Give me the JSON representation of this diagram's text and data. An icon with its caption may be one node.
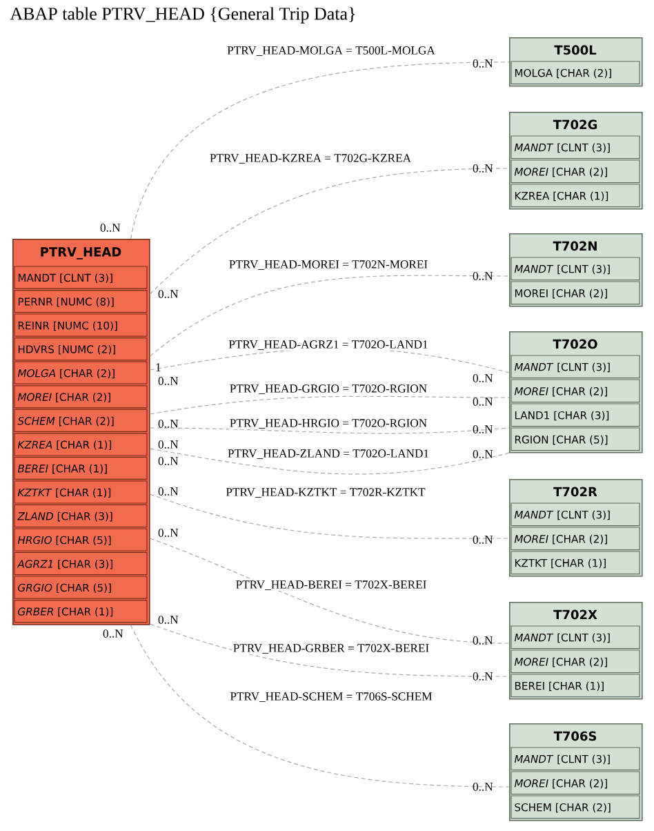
{
  "diagram": {
    "title": "ABAP table PTRV_HEAD {General Trip Data}",
    "nodes": [
      {
        "text": [
          "PTRV_HEAD",
          "MANDT [CLNT (3)]",
          "PERNR [NUMC (8)]",
          "REINR [NUMC (10)]",
          "HDVRS [NUMC (2)]",
          "*MOLGA* [CHAR (2)]",
          "*MOREI* [CHAR (2)]",
          "*SCHEM* [CHAR (2)]",
          "*KZREA* [CHAR (1)]",
          "*BEREI* [CHAR (1)]",
          "*KZTKT* [CHAR (1)]",
          "*ZLAND* [CHAR (3)]",
          "*HRGIO* [CHAR (5)]",
          "*AGRZ1* [CHAR (3)]",
          "*GRGIO* [CHAR (5)]",
          "*GRBER* [CHAR (1)]"
        ]
      },
      {
        "text": [
          "T500L",
          "MOLGA [CHAR (2)]"
        ]
      },
      {
        "text": [
          "T702G",
          "*MANDT* [CLNT (3)]",
          "*MOREI* [CHAR (2)]",
          "KZREA [CHAR (1)]"
        ]
      },
      {
        "text": [
          "T702N",
          "*MANDT* [CLNT (3)]",
          "MOREI [CHAR (2)]"
        ]
      },
      {
        "text": [
          "T702O",
          "*MANDT* [CLNT (3)]",
          "*MOREI* [CHAR (2)]",
          "LAND1 [CHAR (3)]",
          "RGION [CHAR (5)]"
        ]
      },
      {
        "text": [
          "T702R",
          "*MANDT* [CLNT (3)]",
          "*MOREI* [CHAR (2)]",
          "KZTKT [CHAR (1)]"
        ]
      },
      {
        "text": [
          "T702X",
          "*MANDT* [CLNT (3)]",
          "*MOREI* [CHAR (2)]",
          "BEREI [CHAR (1)]"
        ]
      },
      {
        "text": [
          "T706S",
          "*MANDT* [CLNT (3)]",
          "*MOREI* [CHAR (2)]",
          "SCHEM [CHAR (2)]"
        ]
      }
    ],
    "edges": [
      {
        "from": 0,
        "to": 1,
        "arrow": "none",
        "style": "dashed",
        "label": "PTRV_HEAD-MOLGA = T500L-MOLGA"
      },
      {
        "from": 0,
        "to": 2,
        "arrow": "none",
        "style": "dashed",
        "label": "PTRV_HEAD-KZREA = T702G-KZREA"
      },
      {
        "from": 0,
        "to": 3,
        "arrow": "none",
        "style": "dashed",
        "label": "PTRV_HEAD-MOREI = T702N-MOREI"
      },
      {
        "from": 0,
        "to": 4,
        "arrow": "none",
        "style": "dashed",
        "label": "PTRV_HEAD-AGRZ1 = T702O-LAND1"
      },
      {
        "from": 0,
        "to": 4,
        "arrow": "none",
        "style": "dashed",
        "label": "PTRV_HEAD-GRGIO = T702O-RGION"
      },
      {
        "from": 0,
        "to": 4,
        "arrow": "none",
        "style": "dashed",
        "label": "PTRV_HEAD-HRGIO = T702O-RGION"
      },
      {
        "from": 0,
        "to": 4,
        "arrow": "none",
        "style": "dashed",
        "label": "PTRV_HEAD-ZLAND = T702O-LAND1"
      },
      {
        "from": 0,
        "to": 5,
        "arrow": "none",
        "style": "dashed",
        "label": "PTRV_HEAD-KZTKT = T702R-KZTKT"
      },
      {
        "from": 0,
        "to": 6,
        "arrow": "none",
        "style": "dashed",
        "label": "PTRV_HEAD-BEREI = T702X-BEREI"
      },
      {
        "from": 0,
        "to": 6,
        "arrow": "none",
        "style": "dashed",
        "label": "PTRV_HEAD-GRBER = T702X-BEREI"
      },
      {
        "from": 0,
        "to": 7,
        "arrow": "none",
        "style": "dashed",
        "label": "PTRV_HEAD-SCHEM = T706S-SCHEM"
      }
    ],
    "labels": [
      "0..N",
      "0..N",
      "0..N",
      "0..N",
      "0..N",
      "1",
      "0..N",
      "0..N",
      "0..N",
      "0..N",
      "0..N",
      "0..N",
      "0..N",
      "0..N",
      "0..N",
      "0..N",
      "0..N",
      "0..N",
      "0..N",
      "0..N",
      "0..N",
      "0..N"
    ]
  }
}
